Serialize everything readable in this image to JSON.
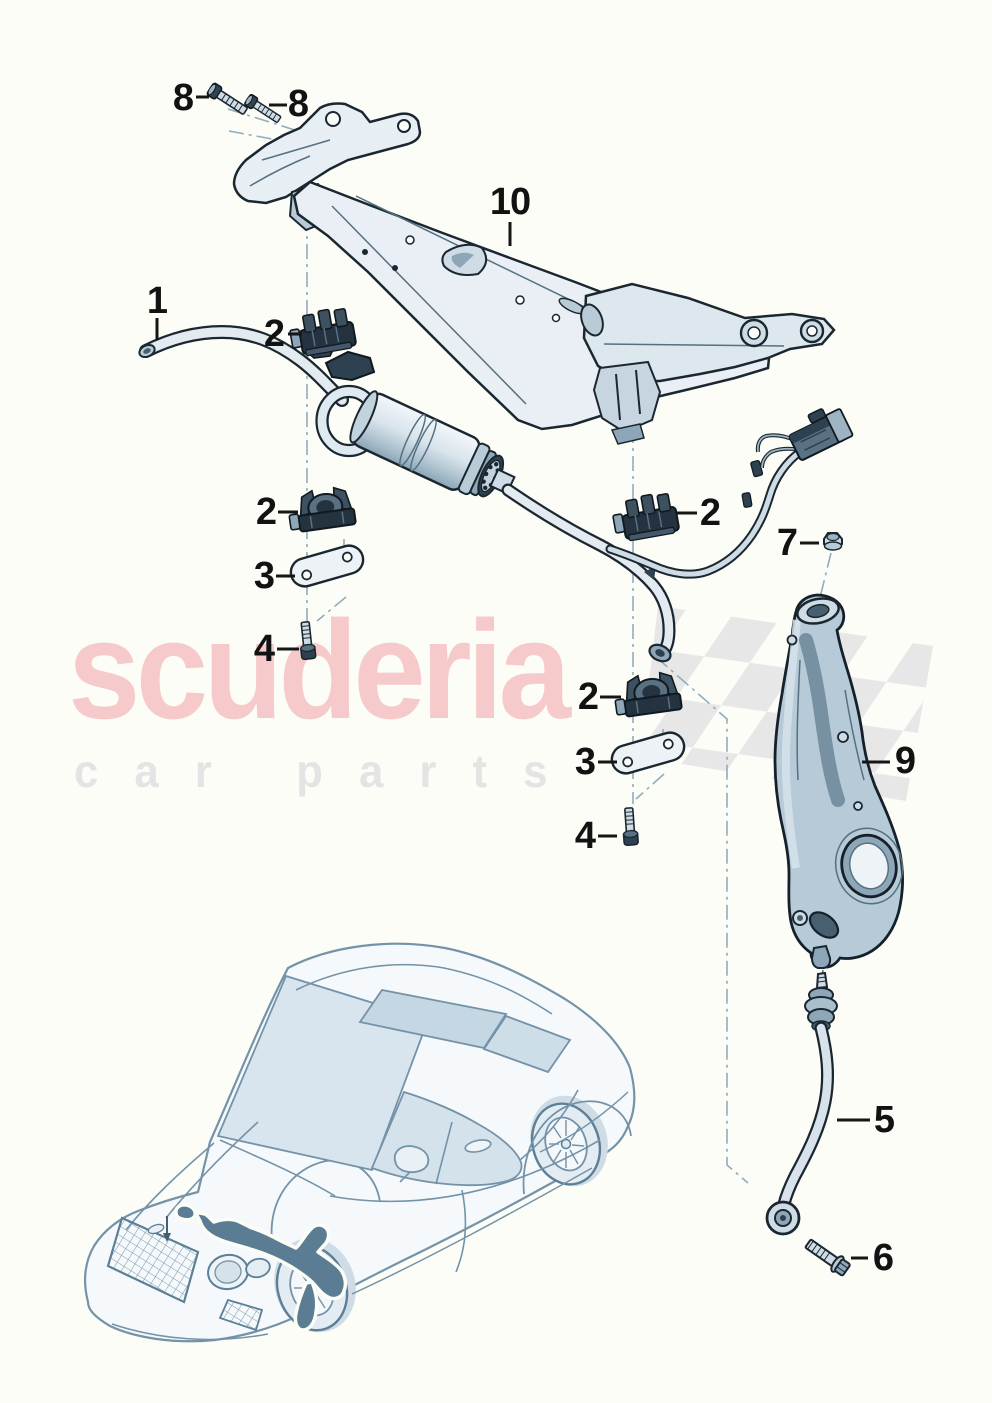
{
  "page": {
    "background": "#fcfdf7"
  },
  "watermark": {
    "brand": "scuderia",
    "tagline": "car parts",
    "brand_color": "#f6caca",
    "tagline_color": "#e4e4e4",
    "flag_color": "#e7e7e7"
  },
  "diagram": {
    "line_color": "#1b2730",
    "part_fill_color": "#e9eff4",
    "construction_line_color": "#92acbc",
    "vehicle_highlight_color": "#5b7d93",
    "callouts": [
      {
        "label": "1",
        "part": "anti-roll-bar"
      },
      {
        "label": "2",
        "part": "bushing-clamp-upper-left"
      },
      {
        "label": "2",
        "part": "bushing-clamp-lower-left"
      },
      {
        "label": "2",
        "part": "bushing-clamp-upper-right"
      },
      {
        "label": "2",
        "part": "bushing-clamp-lower-right"
      },
      {
        "label": "3",
        "part": "retaining-plate-left"
      },
      {
        "label": "3",
        "part": "retaining-plate-right"
      },
      {
        "label": "4",
        "part": "plate-bolt-left"
      },
      {
        "label": "4",
        "part": "plate-bolt-right"
      },
      {
        "label": "5",
        "part": "coupling-link-rod"
      },
      {
        "label": "6",
        "part": "link-bolt"
      },
      {
        "label": "7",
        "part": "hex-nut"
      },
      {
        "label": "8",
        "part": "subframe-screw-left"
      },
      {
        "label": "8",
        "part": "subframe-screw-right"
      },
      {
        "label": "9",
        "part": "steering-knuckle"
      },
      {
        "label": "10",
        "part": "subframe-crossmember"
      }
    ]
  }
}
